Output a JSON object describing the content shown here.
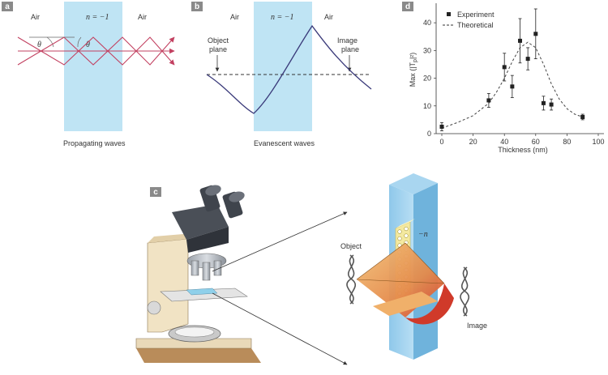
{
  "panels": {
    "a": {
      "letter": "a",
      "left_medium": "Air",
      "right_medium": "Air",
      "slab_label": "n = −1",
      "angle_symbol": "θ",
      "caption": "Propagating waves"
    },
    "b": {
      "letter": "b",
      "left_medium": "Air",
      "right_medium": "Air",
      "slab_label": "n = −1",
      "object_plane": [
        "Object",
        "plane"
      ],
      "image_plane": [
        "Image",
        "plane"
      ],
      "caption": "Evanescent waves"
    },
    "c": {
      "letter": "c",
      "object_label": "Object",
      "image_label": "Image",
      "slab_label": "−n"
    },
    "d": {
      "letter": "d"
    }
  },
  "colors": {
    "slab": "#bfe4f4",
    "panel_letter_bg": "#8a8a8a",
    "ray": "#c24060",
    "curve": "#3a3a7a",
    "data": "#222222"
  },
  "chart_data": {
    "type": "scatter",
    "xlabel": "Thickness (nm)",
    "ylabel": "Max (|T",
    "ylabel_sub": "p",
    "ylabel_end": "|²)",
    "xlim": [
      0,
      100
    ],
    "ylim": [
      0,
      45
    ],
    "xticks": [
      0,
      20,
      40,
      60,
      80,
      100
    ],
    "yticks": [
      0,
      10,
      20,
      30,
      40
    ],
    "legend_position": "top-left",
    "series": [
      {
        "name": "Experiment",
        "style": "markers-with-error-bars",
        "x": [
          0,
          30,
          40,
          45,
          50,
          55,
          60,
          65,
          70,
          90
        ],
        "y": [
          2.5,
          12,
          24,
          17,
          33.5,
          27,
          36,
          11,
          10.5,
          6
        ],
        "err": [
          1.5,
          2.5,
          5,
          4,
          8,
          4,
          9,
          2.5,
          2,
          1
        ]
      },
      {
        "name": "Theoretical",
        "style": "dashed",
        "x": [
          0,
          10,
          20,
          30,
          35,
          40,
          45,
          50,
          55,
          60,
          65,
          70,
          75,
          80,
          85,
          90
        ],
        "y": [
          2,
          4,
          6.5,
          11,
          15,
          20,
          26,
          31,
          33,
          31,
          25,
          18,
          12.5,
          9,
          7,
          6
        ]
      }
    ]
  }
}
